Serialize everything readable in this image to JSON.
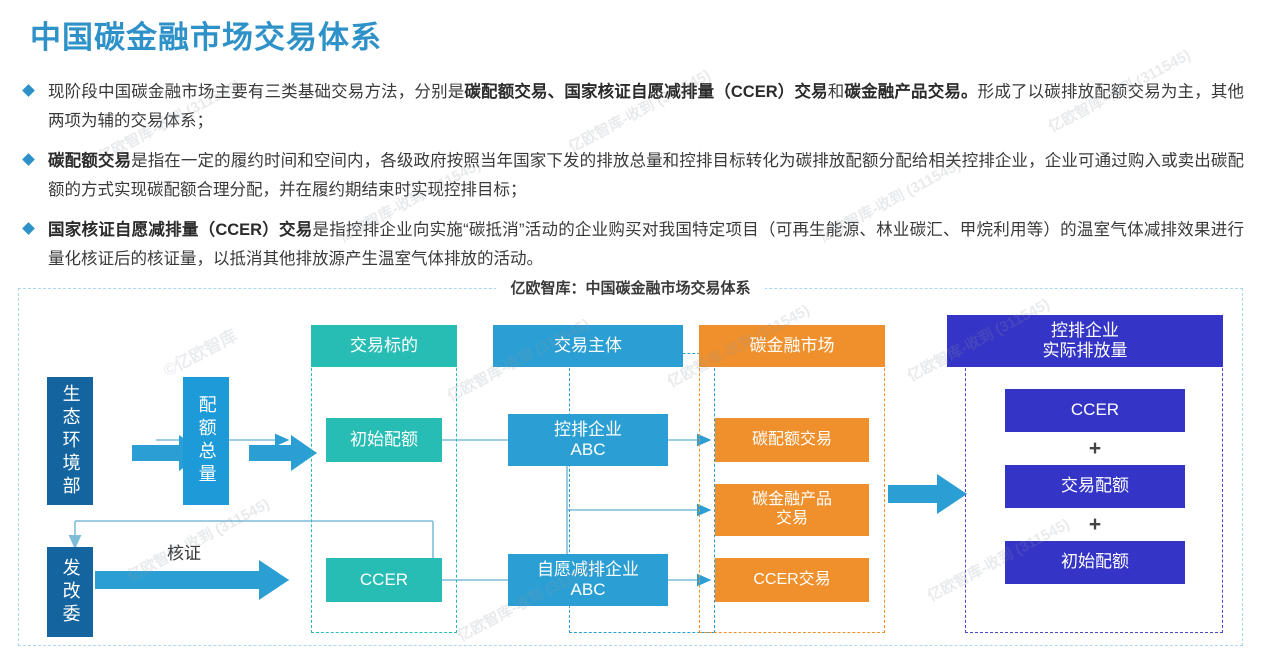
{
  "page": {
    "title": "中国碳金融市场交易体系",
    "accent_blue": "#2e92c9"
  },
  "bullets": [
    {
      "parts": [
        {
          "text": "现阶段中国碳金融市场主要有三类基础交易方法，分别是",
          "bold": false
        },
        {
          "text": "碳配额交易、国家核证自愿减排量（CCER）交易",
          "bold": true
        },
        {
          "text": "和",
          "bold": false
        },
        {
          "text": "碳金融产品交易。",
          "bold": true
        },
        {
          "text": "形成了以碳排放配额交易为主，其他两项为辅的交易体系；",
          "bold": false
        }
      ]
    },
    {
      "parts": [
        {
          "text": "碳配额交易",
          "bold": true
        },
        {
          "text": "是指在一定的履约时间和空间内，各级政府按照当年国家下发的排放总量和控排目标转化为碳排放配额分配给相关控排企业，企业可通过购入或卖出碳配额的方式实现碳配额合理分配，并在履约期结束时实现控排目标；",
          "bold": false
        }
      ]
    },
    {
      "parts": [
        {
          "text": "国家核证自愿减排量（CCER）交易",
          "bold": true
        },
        {
          "text": "是指控排企业向实施“碳抵消”活动的企业购买对我国特定项目（可再生能源、林业碳汇、甲烷利用等）的温室气体减排效果进行量化核证后的核证量，以抵消其他排放源产生温室气体排放的活动。",
          "bold": false
        }
      ]
    }
  ],
  "diagram": {
    "caption": "亿欧智库：中国碳金融市场交易体系",
    "gov": {
      "ministry": "生态环境部",
      "quota_total": "配额总量",
      "ndrc": "发改委",
      "verify_label": "核证"
    },
    "columns": [
      {
        "key": "targets",
        "header": "交易标的",
        "color": "#27bdb5",
        "items": [
          "初始配额",
          "CCER"
        ]
      },
      {
        "key": "subjects",
        "header": "交易主体",
        "color": "#2b9fd4",
        "items": [
          "控排企业\nABC",
          "自愿减排企业\nABC"
        ]
      },
      {
        "key": "market",
        "header": "碳金融市场",
        "color": "#f0902c",
        "items": [
          "碳配额交易",
          "碳金融产品\n交易",
          "CCER交易"
        ]
      },
      {
        "key": "emissions",
        "header": "控排企业\n实际排放量",
        "color": "#3434c6",
        "items": [
          "CCER",
          "交易配额",
          "初始配额"
        ],
        "separators": [
          "+",
          "+"
        ]
      }
    ],
    "labels": {
      "subject_1_line1": "控排企业",
      "subject_1_line2": "ABC",
      "subject_2_line1": "自愿减排企业",
      "subject_2_line2": "ABC",
      "market_2_line1": "碳金融产品",
      "market_2_line2": "交易",
      "emissions_head_line1": "控排企业",
      "emissions_head_line2": "实际排放量"
    }
  },
  "watermarks": [
    "亿欧智库-收到 (311545)",
    "©亿欧智库",
    "亿欧智库-收到 (311545)",
    "亿欧智库-收到 (311545)",
    "亿欧智库-收到 (311545)",
    "亿欧智库-收到 (311545)",
    "亿欧智库-收到 (311545)",
    "亿欧智库-收到 (311545)"
  ]
}
